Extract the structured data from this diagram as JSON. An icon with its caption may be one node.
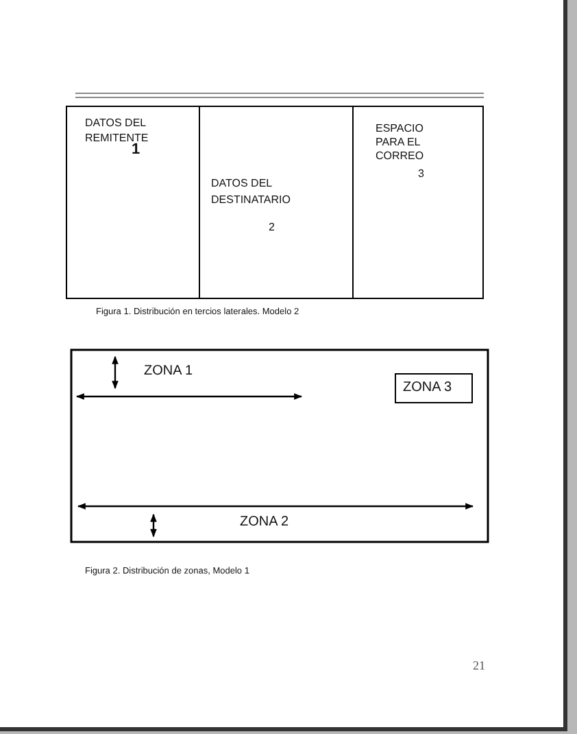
{
  "diagram": {
    "nodes": [
      {
        "text": [
          "DATOS DEL REMITENTE",
          "1"
        ]
      },
      {
        "text": [
          "DATOS DEL DESTINATARIO",
          "2"
        ]
      },
      {
        "text": [
          "ESPACIO PARA EL CORREO",
          "3"
        ]
      },
      {
        "text": [
          "ZONA 3"
        ]
      }
    ],
    "edges": [],
    "labels": [
      "Figura 1. Distribución en tercios laterales. Modelo 2",
      "ZONA 1",
      "ZONA 2",
      "Figura 2. Distribución de zonas, Modelo 1",
      "21"
    ]
  }
}
